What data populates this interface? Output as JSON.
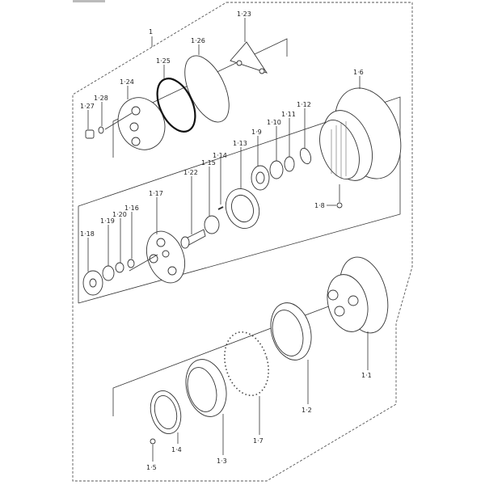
{
  "diagram": {
    "title_caption": "",
    "labels": {
      "assy": "1",
      "p1_1": "1·1",
      "p1_2": "1·2",
      "p1_3": "1·3",
      "p1_4": "1·4",
      "p1_5": "1·5",
      "p1_6": "1·6",
      "p1_7": "1·7",
      "p1_8": "1·8",
      "p1_9": "1·9",
      "p1_10": "1·10",
      "p1_11": "1·11",
      "p1_12": "1·12",
      "p1_13": "1·13",
      "p1_14": "1·14",
      "p1_15": "1·15",
      "p1_16": "1·16",
      "p1_17": "1·17",
      "p1_18": "1·18",
      "p1_19": "1·19",
      "p1_20": "1·20",
      "p1_22": "1·22",
      "p1_23": "1·23",
      "p1_24": "1·24",
      "p1_25": "1·25",
      "p1_26": "1·26",
      "p1_27": "1·27",
      "p1_28": "1·28"
    }
  }
}
